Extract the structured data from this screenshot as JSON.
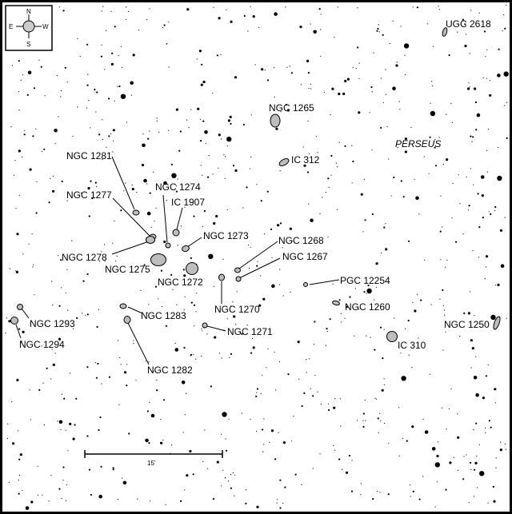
{
  "compass": {
    "north": "N",
    "south": "S",
    "east": "E",
    "west": "W"
  },
  "constellation": "PERSEUS",
  "scale_bar": {
    "label": "15'"
  },
  "galaxies": [
    {
      "id": "ugc2618",
      "label": "UGC 2618"
    },
    {
      "id": "ngc1265",
      "label": "NGC 1265"
    },
    {
      "id": "ic312",
      "label": "IC 312"
    },
    {
      "id": "ngc1281",
      "label": "NGC 1281"
    },
    {
      "id": "ngc1274",
      "label": "NGC 1274"
    },
    {
      "id": "ngc1277",
      "label": "NGC 1277"
    },
    {
      "id": "ic1907",
      "label": "IC 1907"
    },
    {
      "id": "ngc1273",
      "label": "NGC 1273"
    },
    {
      "id": "ngc1268",
      "label": "NGC 1268"
    },
    {
      "id": "ngc1278",
      "label": "NGC 1278"
    },
    {
      "id": "ngc1267",
      "label": "NGC 1267"
    },
    {
      "id": "ngc1275",
      "label": "NGC 1275"
    },
    {
      "id": "ngc1272",
      "label": "NGC 1272"
    },
    {
      "id": "pgc12254",
      "label": "PGC 12254"
    },
    {
      "id": "ngc1270",
      "label": "NGC 1270"
    },
    {
      "id": "ngc1260",
      "label": "NGC 1260"
    },
    {
      "id": "ngc1293",
      "label": "NGC 1293"
    },
    {
      "id": "ngc1283",
      "label": "NGC 1283"
    },
    {
      "id": "ngc1271",
      "label": "NGC 1271"
    },
    {
      "id": "ngc1250",
      "label": "NGC 1250"
    },
    {
      "id": "ngc1294",
      "label": "NGC 1294"
    },
    {
      "id": "ic310",
      "label": "IC 310"
    },
    {
      "id": "ngc1282",
      "label": "NGC 1282"
    }
  ],
  "colors": {
    "galaxy_fill": "#bdbdbd",
    "star": "#000000",
    "background": "#ffffff"
  }
}
